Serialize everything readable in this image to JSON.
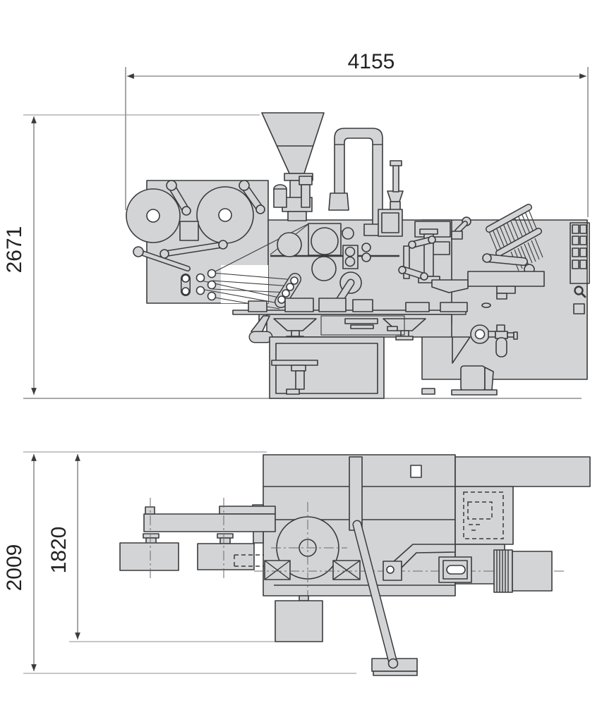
{
  "drawing": {
    "colors": {
      "machine_fill": "#d3d4d6",
      "machine_outline": "#3b3b3d",
      "dimension_line": "#5c5c5e",
      "label_text": "#242122",
      "background": "#ffffff"
    },
    "side_view": {
      "dimensions": {
        "width": "4155",
        "height": "2671"
      },
      "control_panel": {
        "button_rows": "4",
        "button_cols": "2",
        "icon": "magnifier-icon"
      }
    },
    "plan_view": {
      "dimensions": {
        "overall_depth": "2009",
        "machine_depth": "1820"
      }
    }
  }
}
